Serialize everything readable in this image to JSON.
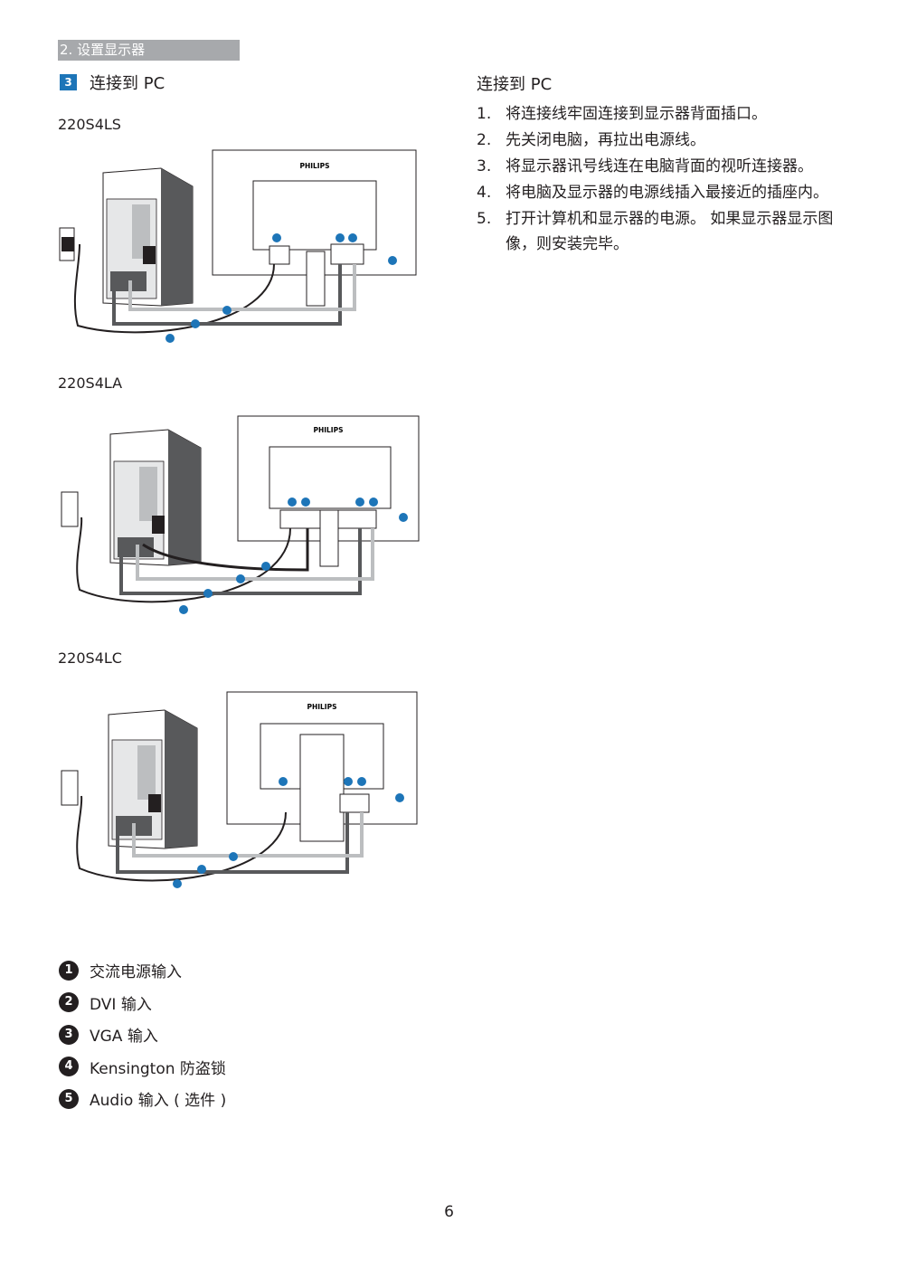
{
  "section_tab": "2. 设置显示器",
  "subsection": {
    "number": "3",
    "title": "连接到 PC"
  },
  "diagrams": [
    {
      "model": "220S4LS",
      "brand": "PHILIPS"
    },
    {
      "model": "220S4LA",
      "brand": "PHILIPS"
    },
    {
      "model": "220S4LC",
      "brand": "PHILIPS"
    }
  ],
  "legend": [
    {
      "num": "1",
      "label": "交流电源输入"
    },
    {
      "num": "2",
      "label": "DVI 输入"
    },
    {
      "num": "3",
      "label": "VGA 输入"
    },
    {
      "num": "4",
      "label": "Kensington 防盗锁"
    },
    {
      "num": "5",
      "label": "Audio 输入 ( 选件 )"
    }
  ],
  "right": {
    "title": "连接到 PC",
    "steps": [
      {
        "num": "1.",
        "text": "将连接线牢固连接到显示器背面插口。"
      },
      {
        "num": "2.",
        "text": "先关闭电脑，再拉出电源线。"
      },
      {
        "num": "3.",
        "text": "将显示器讯号线连在电脑背面的视听连接器。"
      },
      {
        "num": "4.",
        "text": "将电脑及显示器的电源线插入最接近的插座内。"
      },
      {
        "num": "5.",
        "text": "打开计算机和显示器的电源。 如果显示器显示图像，则安装完毕。"
      }
    ]
  },
  "page_number": "6",
  "colors": {
    "accent_blue": "#1d75b8",
    "tab_gray": "#a7a9ac",
    "text": "#231f20"
  }
}
